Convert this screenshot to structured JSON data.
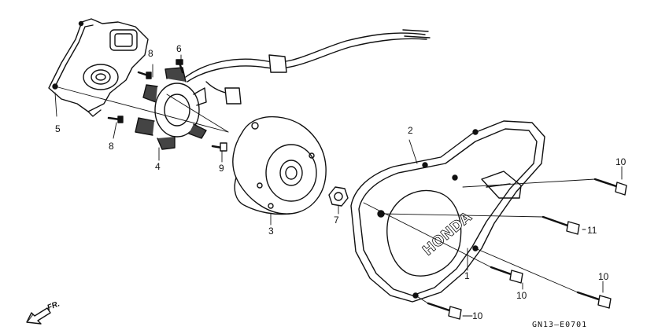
{
  "callouts": [
    {
      "id": "c1",
      "text": "1"
    },
    {
      "id": "c2",
      "text": "2"
    },
    {
      "id": "c3",
      "text": "3"
    },
    {
      "id": "c4",
      "text": "4"
    },
    {
      "id": "c5",
      "text": "5"
    },
    {
      "id": "c6",
      "text": "6"
    },
    {
      "id": "c7",
      "text": "7"
    },
    {
      "id": "c8a",
      "text": "8"
    },
    {
      "id": "c8b",
      "text": "8"
    },
    {
      "id": "c9",
      "text": "9"
    },
    {
      "id": "c10a",
      "text": "10"
    },
    {
      "id": "c10b",
      "text": "10"
    },
    {
      "id": "c10c",
      "text": "10"
    },
    {
      "id": "c10d",
      "text": "10"
    },
    {
      "id": "c11",
      "text": "11"
    }
  ],
  "cover_brand": "HONDA",
  "direction_label": "FR.",
  "diagram_code": "GN13–E0701",
  "ink_color": "#111111"
}
